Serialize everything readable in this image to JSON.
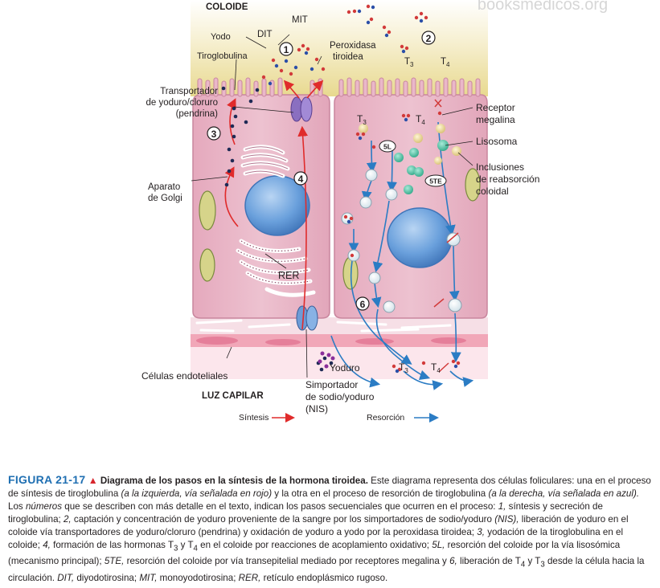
{
  "watermark": "booksmedicos.org",
  "diagram": {
    "labels": {
      "coloide": "COLOIDE",
      "mit": "MIT",
      "dit": "DIT",
      "yodo": "Yodo",
      "tiroglobulina": "Tiroglobulina",
      "peroxidasa_1": "Peroxidasa",
      "peroxidasa_2": "tiroidea",
      "t3_colloid": "T",
      "t3_colloid_sub": "3",
      "t4_colloid": "T",
      "t4_colloid_sub": "4",
      "transportador_1": "Transportador",
      "transportador_2": "de yoduro/cloruro",
      "transportador_3": "(pendrina)",
      "receptor_1": "Receptor",
      "receptor_2": "megalina",
      "lisosoma": "Lisosoma",
      "inclusiones_1": "Inclusiones",
      "inclusiones_2": "de reabsorción",
      "inclusiones_3": "coloidal",
      "aparato_1": "Aparato",
      "aparato_2": "de Golgi",
      "rer": "RER",
      "t3_cell": "T",
      "t3_cell_sub": "3",
      "t4_cell": "T",
      "t4_cell_sub": "4",
      "badge_5l": "5L",
      "badge_5te": "5TE",
      "endoteliales": "Células endoteliales",
      "yoduro": "Yoduro",
      "luz_capilar": "LUZ CAPILAR",
      "simportador_1": "Simportador",
      "simportador_2": "de sodio/yoduro",
      "simportador_3": "(NIS)",
      "t3_blood": "T",
      "t3_blood_sub": "3",
      "t4_blood": "T",
      "t4_blood_sub": "4",
      "sintesis": "Síntesis",
      "resorcion": "Resorción"
    },
    "steps": [
      "1",
      "2",
      "3",
      "4",
      "6"
    ],
    "colors": {
      "colloid": "#efe2a6",
      "cell": "#e8b4c6",
      "nucleus": "#6aa0dc",
      "synthesis_arrow": "#e02b2b",
      "resorption_arrow": "#2b7cc4",
      "lysosome": "#3bb89a",
      "inclusion": "#e3cf8a",
      "transporter": "#8a6fc0",
      "capillary": "#f1a7b8"
    }
  },
  "caption": {
    "figure_number": "FIGURA 21-17",
    "title": "Diagrama de los pasos en la síntesis de la hormona tiroidea.",
    "t01": "Este diagrama representa dos células foliculares: una en el proceso de síntesis de tiroglobulina",
    "t02": "(a la izquierda, vía señalada en rojo)",
    "t03": "y la otra en el proceso de resorción de tiroglobulina",
    "t04": "(a la derecha, vía señalada en azul).",
    "t05": "Los",
    "t06": "números",
    "t07": "que se describen con más detalle en el texto, indican los pasos secuenciales que ocurren en el proceso:",
    "t08": "1,",
    "t09": "síntesis y secreción de tiroglobulina;",
    "t10": "2,",
    "t11": "captación y concentración de yoduro proveniente de la sangre por los simportadores de sodio/yoduro",
    "t12": "(NIS),",
    "t13": "liberación de yoduro en el coloide vía transportadores de yoduro/cloruro (pendrina) y oxidación de yoduro a yodo por la peroxidasa tiroidea;",
    "t14": "3,",
    "t15": "yodación de la tiroglobulina en el coloide;",
    "t16": "4,",
    "t17": "formación de las hormonas T",
    "t17s": "3",
    "t18": "y T",
    "t18s": "4",
    "t19": "en el coloide por reacciones de acoplamiento oxidativo;",
    "t20": "5L,",
    "t21": "resorción del coloide por la vía lisosómica (mecanismo principal);",
    "t22": "5TE,",
    "t23": "resorción del coloide por vía transepitelial mediado por receptores megalina y",
    "t24": "6,",
    "t25": "liberación de T",
    "t25s": "4",
    "t26": "y T",
    "t26s": "3",
    "t27": "desde la célula hacia la circulación.",
    "t28": "DIT,",
    "t29": "diyodotirosina;",
    "t30": "MIT,",
    "t31": "monoyodotirosina;",
    "t32": "RER,",
    "t33": "retículo endoplásmico rugoso."
  }
}
